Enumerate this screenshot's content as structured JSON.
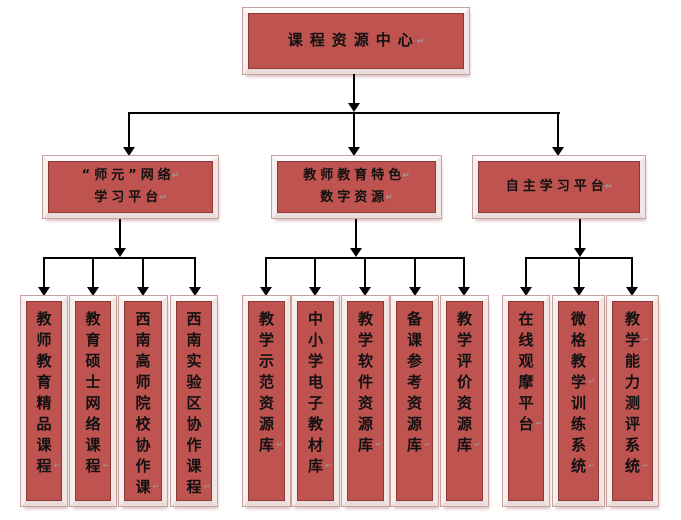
{
  "root": {
    "label_lines": [
      "课程资源中心"
    ]
  },
  "branches": [
    {
      "label_lines": [
        "“师元”网络",
        "学习平台"
      ],
      "children": [
        {
          "segments": [
            "教师教育精品课程"
          ]
        },
        {
          "segments": [
            "教育硕士网络课程"
          ]
        },
        {
          "segments": [
            "西南高师院校协作课"
          ]
        },
        {
          "segments": [
            "西南实验区协作课程"
          ]
        }
      ]
    },
    {
      "label_lines": [
        "教师教育特色",
        "数字资源"
      ],
      "children": [
        {
          "segments": [
            "教学示范资源库"
          ]
        },
        {
          "segments": [
            "中小学电子教材库"
          ]
        },
        {
          "segments": [
            "教学软件资源库"
          ]
        },
        {
          "segments": [
            "备课参考资源库"
          ]
        },
        {
          "segments": [
            "教学评价资源库"
          ]
        }
      ]
    },
    {
      "label_lines": [
        "自主学习平台"
      ],
      "children": [
        {
          "segments": [
            "在线观摩平台"
          ]
        },
        {
          "segments": [
            "微格教学",
            "训练系统"
          ]
        },
        {
          "segments": [
            "教学",
            "能力测评系统"
          ]
        }
      ]
    }
  ],
  "formatting_mark": "↵",
  "colors": {
    "box_fill": "#be5350",
    "box_border": "#8b3a37",
    "connector": "#000000",
    "mark": "#9b9b9b"
  }
}
